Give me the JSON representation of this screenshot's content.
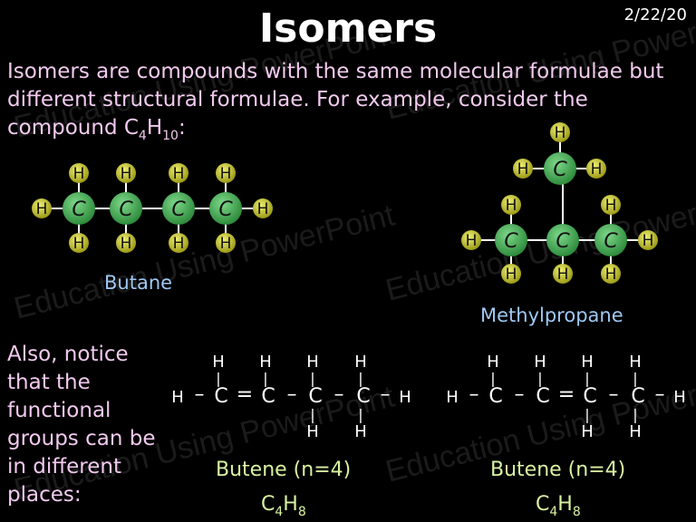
{
  "slide": {
    "title": "Isomers",
    "number": "2/22/20",
    "watermark": "Education Using PowerPoint"
  },
  "intro": {
    "text_before": "Isomers are compounds with the same molecular formulae but different structural formulae.  For example, consider the compound C",
    "sub1": "4",
    "h": "H",
    "sub2": "10",
    "colon": ":"
  },
  "atoms": {
    "carbon": "C",
    "hydrogen": "H"
  },
  "butane": {
    "label": "Butane"
  },
  "methylpropane": {
    "label": "Methylpropane"
  },
  "also": {
    "text": "Also, notice that the functional groups can be in different places:"
  },
  "bonds": {
    "single": "–",
    "double": "=",
    "vertical": "|"
  },
  "butene1": {
    "label": "Butene (n=4)",
    "formula_c": "C",
    "formula_sub1": "4",
    "formula_h": "H",
    "formula_sub2": "8"
  },
  "butene2": {
    "label": "Butene (n=4)",
    "formula_c": "C",
    "formula_sub1": "4",
    "formula_h": "H",
    "formula_sub2": "8"
  },
  "colors": {
    "carbon_ball": "#3aa84a",
    "hydrogen_ball": "#c8c630",
    "intro_text": "#f1c9ee",
    "molecule_label": "#9ec8f4",
    "butene_label": "#d7f2a0"
  }
}
